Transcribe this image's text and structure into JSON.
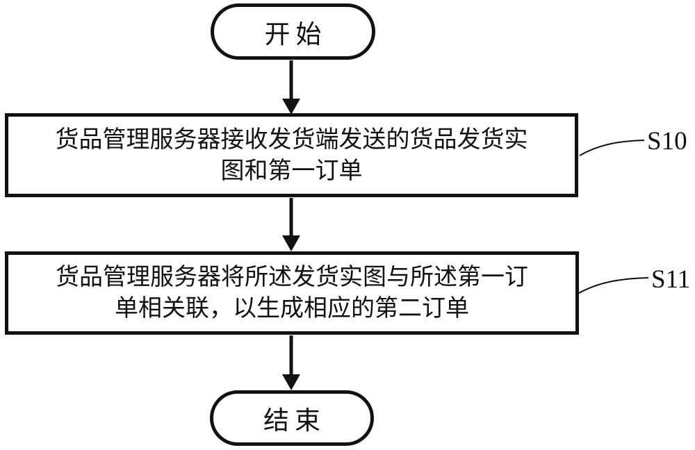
{
  "figure": {
    "background_color": "#ffffff",
    "line_color": "#111111"
  },
  "flowchart": {
    "start": {
      "label": "开始"
    },
    "end": {
      "label": "结束"
    },
    "steps": [
      {
        "label": "S10",
        "text": "货品管理服务器接收发货端发送的货品发货实图和第一订单",
        "lines": [
          "货品管理服务器接收发货端发送的货品发货实",
          "图和第一订单"
        ]
      },
      {
        "label": "S11",
        "text": "货品管理服务器将所述发货实图与所述第一订单相关联，以生成相应的第二订单",
        "lines": [
          "货品管理服务器将所述发货实图与所述第一订",
          "单相关联，以生成相应的第二订单"
        ]
      }
    ]
  }
}
